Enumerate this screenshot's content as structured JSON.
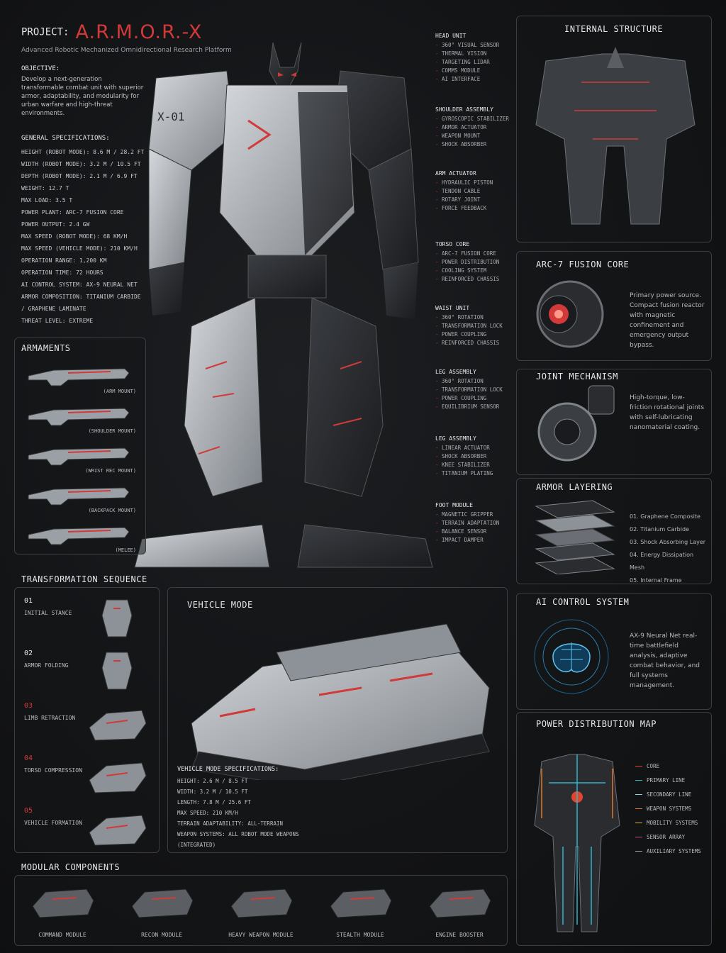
{
  "header": {
    "project_prefix": "PROJECT:",
    "project_name": "A.R.M.O.R.-X",
    "subtitle": "Advanced Robotic Mechanized Omnidirectional Research Platform"
  },
  "objective": {
    "title": "OBJECTIVE:",
    "text": "Develop a next-generation transformable combat unit with superior armor, adaptability, and modularity for urban warfare and high-threat environments."
  },
  "specs": {
    "title": "GENERAL SPECIFICATIONS:",
    "rows": [
      "HEIGHT (ROBOT MODE): 8.6 m / 28.2 ft",
      "WIDTH (ROBOT MODE): 3.2 m / 10.5 ft",
      "DEPTH (ROBOT MODE): 2.1 m / 6.9 ft",
      "WEIGHT: 12.7 t",
      "MAX LOAD: 3.5 t",
      "POWER PLANT: ARC-7 FUSION CORE",
      "POWER OUTPUT: 2.4 GW",
      "MAX SPEED (ROBOT MODE): 68 km/h",
      "MAX SPEED (VEHICLE MODE): 210 km/h",
      "OPERATION RANGE: 1,200 km",
      "OPERATION TIME: 72 hours",
      "AI CONTROL SYSTEM: AX-9 NEURAL NET",
      "ARMOR COMPOSITION: TITANIUM CARBIDE / GRAPHENE LAMINATE",
      "THREAT LEVEL: EXTREME"
    ]
  },
  "robot": {
    "chest_mark": "X-01"
  },
  "callouts": [
    {
      "title": "HEAD UNIT",
      "items": [
        "360° VISUAL SENSOR",
        "THERMAL VISION",
        "TARGETING LIDAR",
        "COMMS MODULE",
        "AI INTERFACE"
      ]
    },
    {
      "title": "SHOULDER ASSEMBLY",
      "items": [
        "GYROSCOPIC STABILIZER",
        "ARMOR ACTUATOR",
        "WEAPON MOUNT",
        "SHOCK ABSORBER"
      ]
    },
    {
      "title": "ARM ACTUATOR",
      "items": [
        "HYDRAULIC PISTON",
        "TENDON CABLE",
        "ROTARY JOINT",
        "FORCE FEEDBACK"
      ]
    },
    {
      "title": "TORSO CORE",
      "items": [
        "ARC-7 FUSION CORE",
        "POWER DISTRIBUTION",
        "COOLING SYSTEM",
        "REINFORCED CHASSIS"
      ]
    },
    {
      "title": "WAIST UNIT",
      "items": [
        "360° ROTATION",
        "TRANSFORMATION LOCK",
        "POWER COUPLING",
        "REINFORCED CHASSIS"
      ]
    },
    {
      "title": "LEG ASSEMBLY",
      "items": [
        "360° ROTATION",
        "TRANSFORMATION LOCK",
        "POWER COUPLING",
        "EQUILIBRIUM SENSOR"
      ]
    },
    {
      "title": "LEG ASSEMBLY",
      "items": [
        "LINEAR ACTUATOR",
        "SHOCK ABSORBER",
        "KNEE STABILIZER",
        "TITANIUM PLATING"
      ]
    },
    {
      "title": "FOOT MODULE",
      "items": [
        "MAGNETIC GRIPPER",
        "TERRAIN ADAPTATION",
        "BALANCE SENSOR",
        "IMPACT DAMPER"
      ]
    }
  ],
  "armaments": {
    "title": "ARMAMENTS",
    "items": [
      "(ARM MOUNT)",
      "(SHOULDER MOUNT)",
      "(WRIST REC MOUNT)",
      "(BACKPACK MOUNT)",
      "(MELEE)"
    ]
  },
  "transformation": {
    "title": "TRANSFORMATION SEQUENCE",
    "steps": [
      {
        "num": "01",
        "label": "INITIAL STANCE"
      },
      {
        "num": "02",
        "label": "ARMOR FOLDING"
      },
      {
        "num": "03",
        "label": "LIMB RETRACTION"
      },
      {
        "num": "04",
        "label": "TORSO COMPRESSION"
      },
      {
        "num": "05",
        "label": "VEHICLE FORMATION"
      }
    ]
  },
  "vehicle": {
    "title": "VEHICLE MODE",
    "spec_title": "VEHICLE MODE SPECIFICATIONS:",
    "specs": [
      "HEIGHT: 2.6 m / 8.5 ft",
      "WIDTH: 3.2 m / 10.5 ft",
      "LENGTH: 7.8 m / 25.6 ft",
      "MAX SPEED: 210 km/h",
      "TERRAIN ADAPTABILITY: ALL-TERRAIN",
      "WEAPON SYSTEMS: ALL ROBOT MODE WEAPONS (INTEGRATED)"
    ]
  },
  "modules": {
    "title": "MODULAR COMPONENTS",
    "items": [
      "COMMAND MODULE",
      "RECON MODULE",
      "HEAVY WEAPON MODULE",
      "STEALTH MODULE",
      "ENGINE BOOSTER"
    ]
  },
  "internal": {
    "title": "INTERNAL STRUCTURE"
  },
  "fusion": {
    "title": "ARC-7 FUSION CORE",
    "text": "Primary power source. Compact fusion reactor with magnetic confinement and emergency output bypass."
  },
  "joint": {
    "title": "JOINT MECHANISM",
    "text": "High-torque, low-friction rotational joints with self-lubricating nanomaterial coating."
  },
  "armor": {
    "title": "ARMOR LAYERING",
    "layers": [
      "01. Graphene Composite",
      "02. Titanium Carbide",
      "03. Shock Absorbing Layer",
      "04. Energy Dissipation Mesh",
      "05. Internal Frame"
    ]
  },
  "ai": {
    "title": "AI CONTROL SYSTEM",
    "text": "AX-9 Neural Net real-time battlefield analysis, adaptive combat behavior, and full systems management."
  },
  "power_map": {
    "title": "POWER DISTRIBUTION MAP",
    "legend": [
      {
        "label": "CORE",
        "color": "#e0462e"
      },
      {
        "label": "PRIMARY LINE",
        "color": "#2fb3c8"
      },
      {
        "label": "SECONDARY LINE",
        "color": "#8fd3e0"
      },
      {
        "label": "WEAPON SYSTEMS",
        "color": "#e07a2e"
      },
      {
        "label": "MOBILITY SYSTEMS",
        "color": "#d8b13a"
      },
      {
        "label": "SENSOR ARRAY",
        "color": "#c94a8c"
      },
      {
        "label": "AUXILIARY SYSTEMS",
        "color": "#9aa0a6"
      }
    ]
  },
  "colors": {
    "accent": "#d23a3a",
    "armor": "#b9bdc2",
    "frame": "#2b2d31"
  }
}
